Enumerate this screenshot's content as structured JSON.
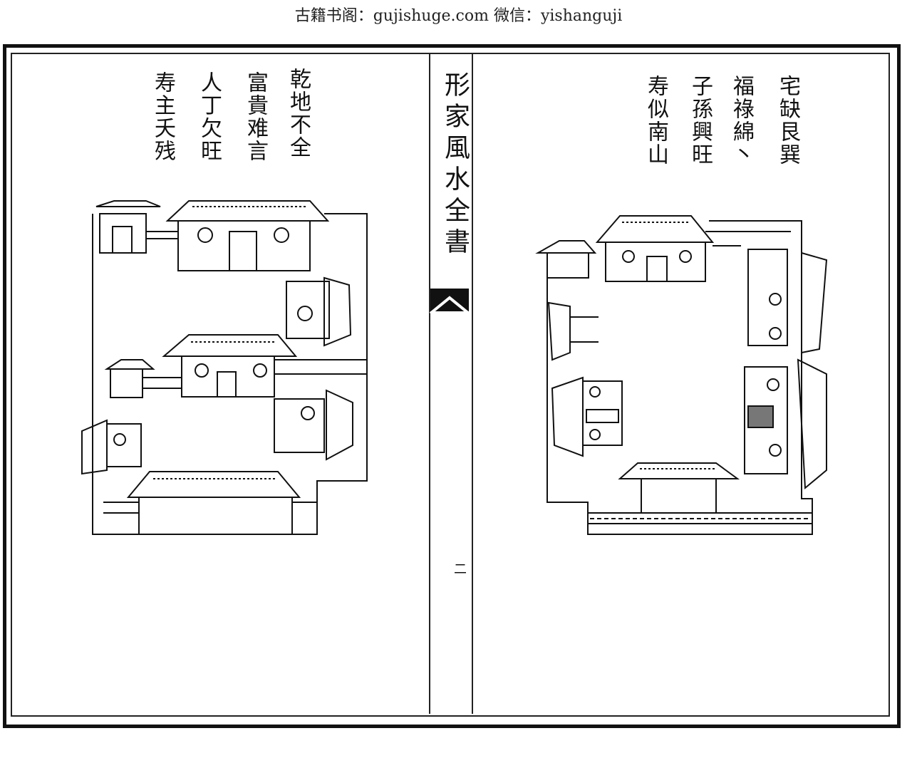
{
  "header": {
    "watermark": "古籍书阁：gujishuge.com 微信：yishanguji"
  },
  "spine": {
    "title": "形家風水全書",
    "page_number": "二"
  },
  "left_page": {
    "verse": [
      "乾地不全",
      "富貴难言",
      "人丁欠旺",
      "寿主夭残"
    ],
    "diagram": "house-plan-left"
  },
  "right_page": {
    "verse": [
      "宅缺艮巽",
      "福祿綿丶",
      "子孫興旺",
      "寿似南山"
    ],
    "diagram": "house-plan-right"
  }
}
